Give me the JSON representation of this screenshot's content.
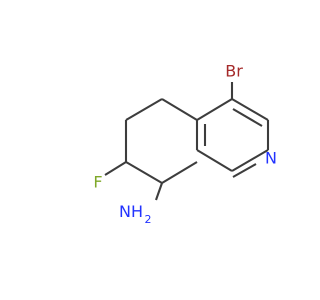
{
  "colors": {
    "background": "#ffffff",
    "bond": "#3d3d3d",
    "Br": "#a52a2a",
    "N": "#2233ff",
    "F": "#7fa829",
    "NH2": "#2233ff"
  },
  "atoms": {
    "br": {
      "text": "Br",
      "color_key": "Br"
    },
    "n": {
      "text": "N",
      "color_key": "N"
    },
    "f": {
      "text": "F",
      "color_key": "F"
    },
    "nh2": {
      "main": "NH",
      "sub": "2",
      "color_key": "NH2"
    }
  }
}
